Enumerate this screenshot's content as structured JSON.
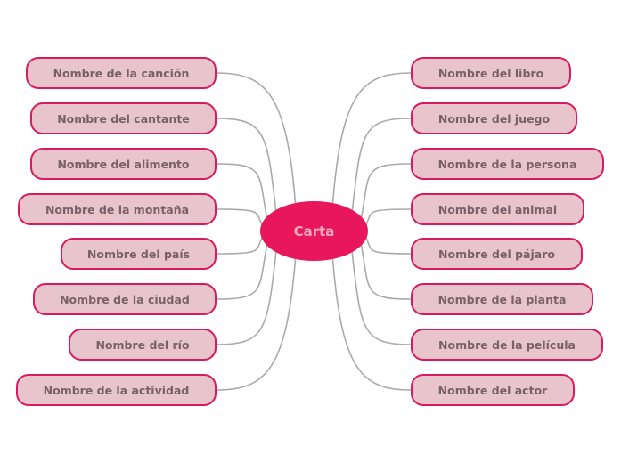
{
  "central_topic": "Carta",
  "left_topics": [
    "Nombre de la canción",
    "Nombre del cantante",
    "Nombre del alimento",
    "Nombre de la montaña",
    "Nombre del país",
    "Nombre de la ciudad",
    "Nombre del río",
    "Nombre de la actividad"
  ],
  "right_topics": [
    "Nombre del libro",
    "Nombre del juego",
    "Nombre de la persona",
    "Nombre del animal",
    "Nombre del pájaro",
    "Nombre de la planta",
    "Nombre de la película",
    "Nombre del actor"
  ],
  "colors": {
    "central_fill": "#e8175d",
    "central_text": "#f3a9bd",
    "topic_fill": "#e8c4cc",
    "topic_border": "#d81b60",
    "topic_text": "#7a6167",
    "connector": "#aaaaaa"
  }
}
